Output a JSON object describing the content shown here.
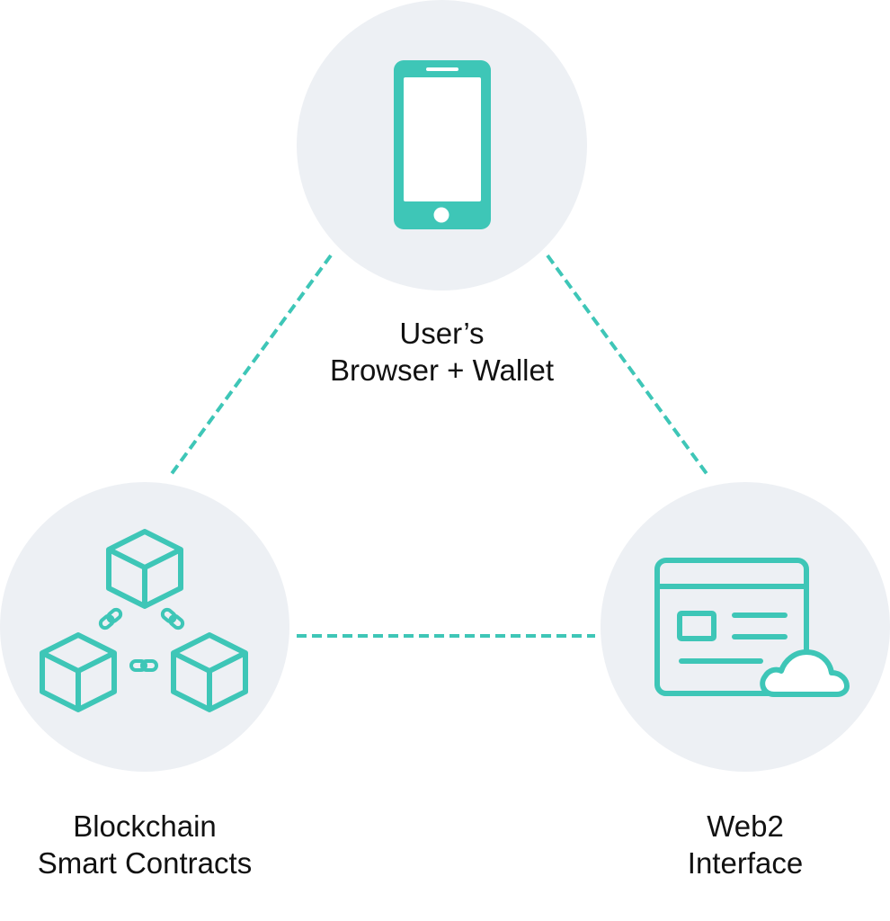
{
  "colors": {
    "accent": "#3ec6b7",
    "circle_bg": "#edf0f4",
    "text": "#111111"
  },
  "nodes": {
    "top": {
      "icon": "smartphone-icon",
      "line1": "User’s",
      "line2": "Browser + Wallet"
    },
    "left": {
      "icon": "blockchain-icon",
      "line1": "Blockchain",
      "line2": "Smart Contracts"
    },
    "right": {
      "icon": "web-browser-cloud-icon",
      "line1": "Web2",
      "line2": "Interface"
    }
  },
  "connections": [
    {
      "from": "top",
      "to": "left",
      "style": "dashed"
    },
    {
      "from": "top",
      "to": "right",
      "style": "dashed"
    },
    {
      "from": "left",
      "to": "right",
      "style": "dashed"
    }
  ]
}
